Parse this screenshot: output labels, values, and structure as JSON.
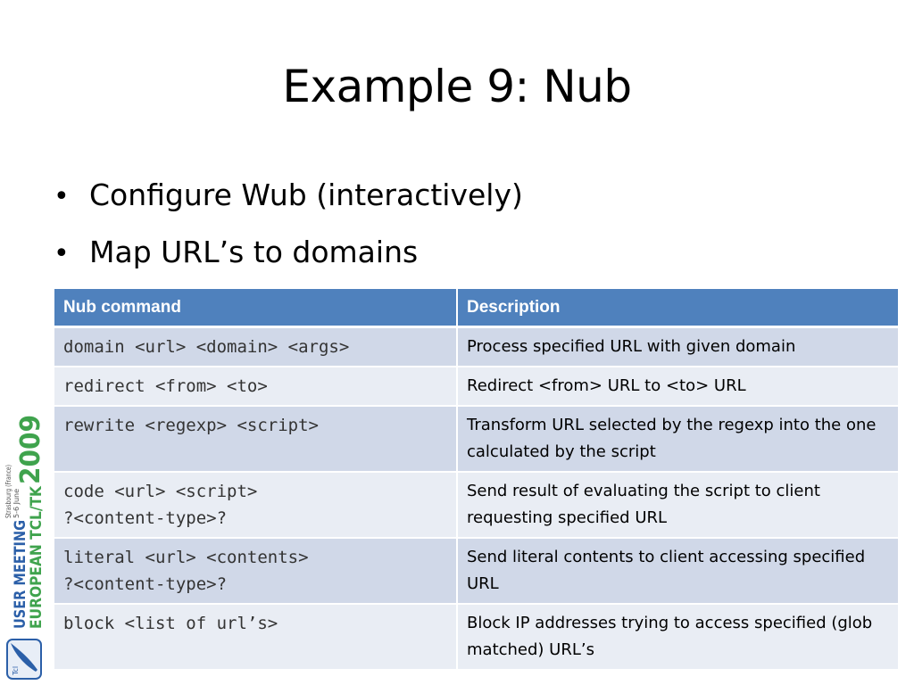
{
  "slide": {
    "title": "Example 9: Nub",
    "bullets": [
      "Configure Wub (interactively)",
      "Map URL’s to domains"
    ]
  },
  "table": {
    "headers": [
      "Nub command",
      "Description"
    ],
    "rows": [
      {
        "command": [
          "domain <url> <domain> <args>"
        ],
        "description": "Process specified URL with given domain"
      },
      {
        "command": [
          "redirect <from> <to>"
        ],
        "description": "Redirect <from> URL to <to> URL"
      },
      {
        "command": [
          "rewrite <regexp> <script>"
        ],
        "description": "Transform URL selected by the regexp into the one calculated by the script"
      },
      {
        "command": [
          "code <url> <script>",
          "?<content-type>?"
        ],
        "description": "Send result of evaluating the script to client requesting specified URL"
      },
      {
        "command": [
          "literal <url> <contents>",
          "?<content-type>?"
        ],
        "description": "Send literal contents to client accessing specified URL"
      },
      {
        "command": [
          "block <list of url’s>"
        ],
        "description": "Block IP addresses trying to access specified (glob matched) URL’s"
      }
    ]
  },
  "logo": {
    "line1": "EUROPEAN TCL/TK",
    "line2": "USER MEETING",
    "year": "2009",
    "place": "Strasbourg (France)",
    "dates": "5-6 June",
    "badge": "Tcl",
    "colors": {
      "green": "#3fa34d",
      "blue": "#2b5fa8"
    }
  }
}
